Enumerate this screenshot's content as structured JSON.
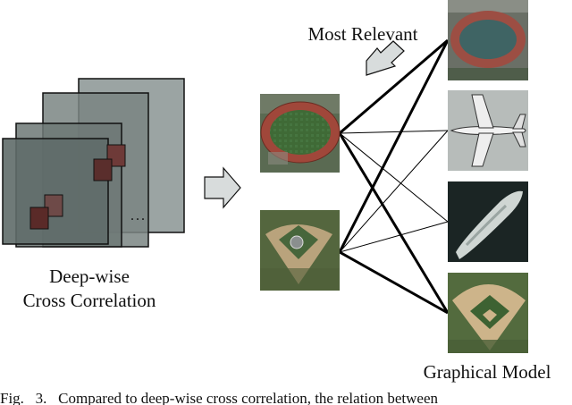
{
  "left_panel": {
    "label_line1": "Deep-wise",
    "label_line2": "Cross Correlation",
    "ellipsis": "..."
  },
  "right_panel": {
    "top_label": "Most Relevant",
    "bottom_label": "Graphical Model"
  },
  "caption": "Fig.   3.   Compared to deep-wise cross correlation, the relation between",
  "thumbnails": {
    "queries": [
      "stadium",
      "baseball-field"
    ],
    "targets": [
      "stadium",
      "airplane",
      "ship",
      "baseball-field"
    ]
  },
  "connections": [
    {
      "from": 0,
      "to": 0,
      "weight": "strong"
    },
    {
      "from": 0,
      "to": 1,
      "weight": "weak"
    },
    {
      "from": 0,
      "to": 2,
      "weight": "weak"
    },
    {
      "from": 0,
      "to": 3,
      "weight": "strong"
    },
    {
      "from": 1,
      "to": 0,
      "weight": "strong"
    },
    {
      "from": 1,
      "to": 1,
      "weight": "weak"
    },
    {
      "from": 1,
      "to": 2,
      "weight": "weak"
    },
    {
      "from": 1,
      "to": 3,
      "weight": "strong"
    }
  ],
  "colors": {
    "plate_fill": "#5f6b69",
    "plate_stroke": "#111111",
    "patch_fill": "#6e3a38",
    "arrow_fill": "#d8dcdc"
  }
}
